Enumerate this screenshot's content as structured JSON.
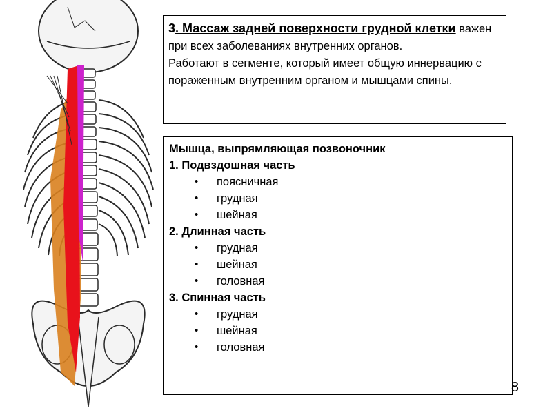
{
  "figure": {
    "description_icon": "anatomy-back-muscles-illustration",
    "colors": {
      "bone": "#f4f4f4",
      "bone_line": "#2a2a2a",
      "muscle_red": "#e8121b",
      "muscle_orange": "#d9811f",
      "muscle_magenta": "#cc22cc"
    }
  },
  "info_box": {
    "number": "3",
    "title": ". Массаж задней поверхности грудной клетки",
    "text": " важен при всех заболеваниях внутренних органов.",
    "paragraph2": " Работают в сегменте, который имеет общую иннервацию с пораженным внутренним органом и мышцами спины."
  },
  "muscle_box": {
    "title": "Мышца, выпрямляющая позвоночник",
    "sections": [
      {
        "heading": "1. Подвздошная часть",
        "items": [
          "поясничная",
          "грудная",
          "шейная"
        ]
      },
      {
        "heading": "2. Длинная часть",
        "items": [
          "грудная",
          "шейная",
          "головная"
        ]
      },
      {
        "heading": "3. Спинная часть",
        "items": [
          "грудная",
          "шейная",
          "головная"
        ]
      }
    ]
  },
  "page_number": "8"
}
